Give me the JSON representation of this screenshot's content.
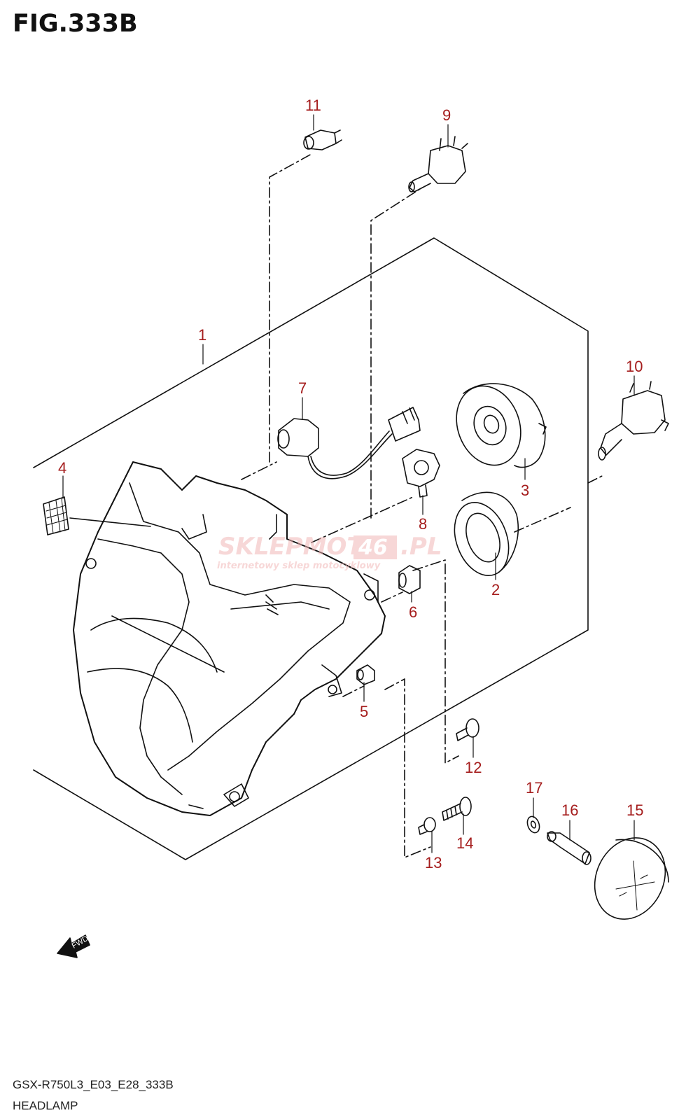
{
  "figure": {
    "title": "FIG.333B",
    "model_code": "GSX-R750L3_E03_E28_333B",
    "name": "HEADLAMP"
  },
  "watermark": {
    "brand_prefix": "SKLEPMOTO",
    "brand_number": "46",
    "brand_suffix": ".PL",
    "tagline": "internetowy sklep motocyklowy"
  },
  "direction_marker": "FWD",
  "callouts": {
    "c1": "1",
    "c2": "2",
    "c3": "3",
    "c4": "4",
    "c5": "5",
    "c6": "6",
    "c7": "7",
    "c8": "8",
    "c9": "9",
    "c10": "10",
    "c11": "11",
    "c12": "12",
    "c13": "13",
    "c14": "14",
    "c15": "15",
    "c16": "16",
    "c17": "17"
  },
  "colors": {
    "callout": "#a51d1d",
    "line": "#111111",
    "watermark": "#f2b8b8"
  }
}
